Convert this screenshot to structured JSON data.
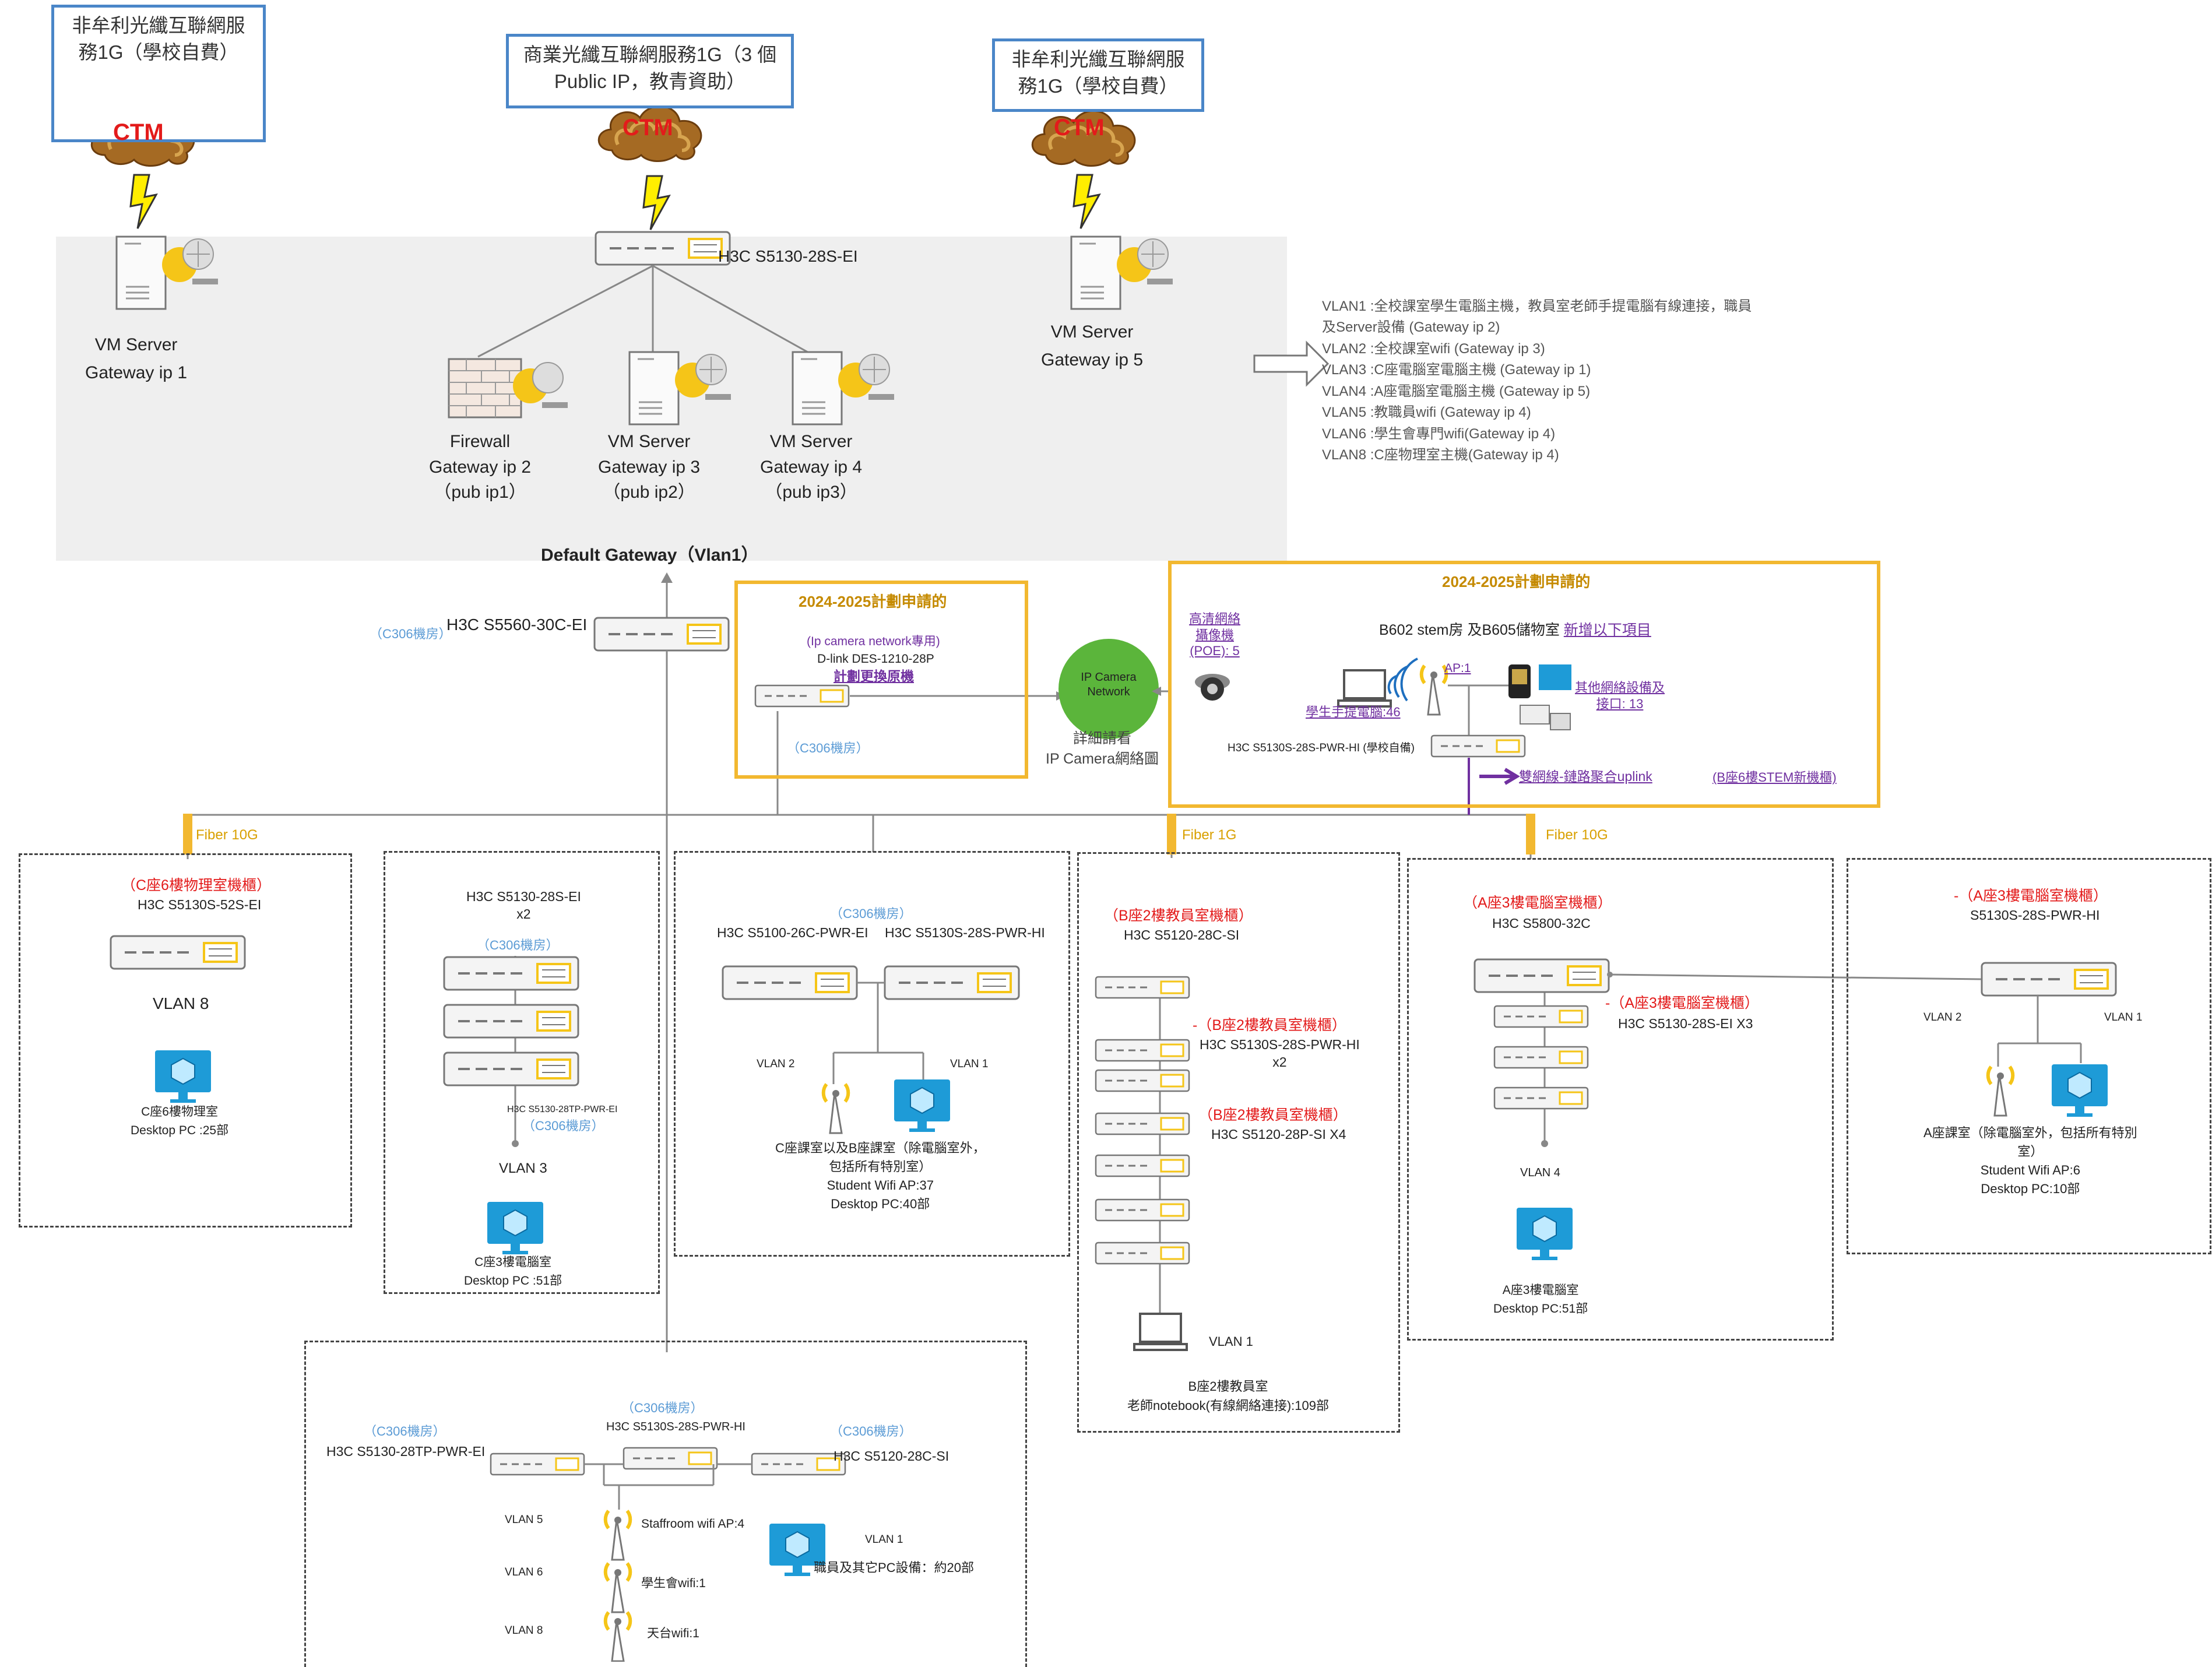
{
  "colors": {
    "isp_border": "#4a86c8",
    "server_zone": "#efefef",
    "plan_border": "#f2b830",
    "device_yellow": "#f5c518",
    "vlan_text": "#5b9bd5",
    "red_label": "#e31b1b",
    "purple_link": "#7030a0",
    "ip_camera_circle": "#5bb53b",
    "pc_blue": "#1e9bd7"
  },
  "isp": [
    {
      "label": "非牟利光纖互聯網服務1G（學校自費）",
      "cloud": "CTM"
    },
    {
      "label": "商業光纖互聯網服務1G（3 個 Public IP，教青資助）",
      "cloud": "CTM"
    },
    {
      "label": "非牟利光纖互聯網服務1G（學校自費）",
      "cloud": "CTM"
    }
  ],
  "core": {
    "switch": "H3C S5130-28S-EI"
  },
  "servers": [
    {
      "line1": "VM Server",
      "line2": "Gateway ip 1"
    },
    {
      "line1": "VM Server",
      "line2": "Gateway ip 5"
    }
  ],
  "dmz": [
    {
      "line1": "Firewall",
      "line2": "Gateway ip 2",
      "line3": "（pub ip1）",
      "icon": "firewall"
    },
    {
      "line1": "VM Server",
      "line2": "Gateway ip 3",
      "line3": "（pub ip2）",
      "icon": "server"
    },
    {
      "line1": "VM Server",
      "line2": "Gateway ip 4",
      "line3": "（pub ip3）",
      "icon": "server"
    }
  ],
  "vlan_legend": [
    "VLAN1 :全校課室學生電腦主機，教員室老師手提電腦有線連接，職員",
    "及Server設備 (Gateway ip 2)",
    "VLAN2 :全校課室wifi (Gateway ip 3)",
    "VLAN3 :C座電腦室電腦主機  (Gateway ip 1)",
    "VLAN4 :A座電腦室電腦主機  (Gateway ip 5)",
    "VLAN5 :教職員wifi (Gateway ip 4)",
    "VLAN6 :學生會專門wifi(Gateway ip 4)",
    "VLAN8 :C座物理室主機(Gateway ip 4)"
  ],
  "default_gateway": "Default Gateway（Vlan1）",
  "main_switch": {
    "room": "（C306機房）",
    "model": "H3C S5560-30C-EI"
  },
  "plan1": {
    "title": "2024-2025計劃申請的",
    "sub": "(Ip camera network專用)",
    "model": "D-link DES-1210-28P",
    "action": "計劃更換原機",
    "room": "（C306機房）"
  },
  "ip_camera": {
    "circle": "IP Camera Network",
    "caption1": "詳細請看",
    "caption2": "IP Camera網絡圖"
  },
  "plan2": {
    "title": "2024-2025計劃申請的",
    "subtitle_a": "B602 stem房 及B605儲物室 ",
    "subtitle_b": "新增以下項目",
    "camera": "高清網絡攝像機(POE): 5",
    "ap": "AP:1",
    "laptop": "學生手提電腦:46",
    "other": "其他網絡設備及接口: 13",
    "switch": "H3C S5130S-28S-PWR-HI (學校自備)",
    "uplink": "雙網線-鏈路聚合uplink",
    "location": "(B座6樓STEM新機櫃)"
  },
  "fiber": {
    "left": "Fiber 10G",
    "mid": "Fiber 1G",
    "right": "Fiber 10G"
  },
  "box1": {
    "title": "（C座6樓物理室機櫃）",
    "model": "H3C S5130S-52S-EI",
    "vlan": "VLAN 8",
    "room": "C座6樓物理室",
    "pcs": "Desktop PC :25部"
  },
  "box2": {
    "model": "H3C S5130-28S-EI",
    "qty": "x2",
    "room1": "（C306機房）",
    "sub_model": "H3C S5130-28TP-PWR-EI",
    "room2": "（C306機房）",
    "vlan": "VLAN 3",
    "room": "C座3樓電腦室",
    "pcs": "Desktop PC :51部"
  },
  "box3": {
    "room": "（C306機房）",
    "model_a": "H3C S5100-26C-PWR-EI",
    "model_b": "H3C S5130S-28S-PWR-HI",
    "vlan_a": "VLAN 2",
    "vlan_b": "VLAN 1",
    "desc1": "C座課室以及B座課室（除電腦室外，",
    "desc2": "包括所有特別室）",
    "wifi": "Student Wifi AP:37",
    "pcs": "Desktop PC:40部"
  },
  "box4": {
    "title": "（B座2樓教員室機櫃）",
    "model": "H3C S5120-28C-SI",
    "title2": "-（B座2樓教員室機櫃）",
    "model2": "H3C S5130S-28S-PWR-HI",
    "qty2": "x2",
    "title3": "（B座2樓教員室機櫃）",
    "model3": "H3C S5120-28P-SI  X4",
    "vlan": "VLAN 1",
    "room": "B座2樓教員室",
    "pcs": "老師notebook(有線網絡連接):109部"
  },
  "box5": {
    "title": "（A座3樓電腦室機櫃）",
    "model": "H3C S5800-32C",
    "title2": "-（A座3樓電腦室機櫃）",
    "model2": "H3C S5130-28S-EI  X3",
    "vlan": "VLAN 4",
    "room": "A座3樓電腦室",
    "pcs": "Desktop PC:51部"
  },
  "box6": {
    "title": "-（A座3樓電腦室機櫃）",
    "model": "S5130S-28S-PWR-HI",
    "vlan_a": "VLAN 2",
    "vlan_b": "VLAN 1",
    "desc1": "A座課室（除電腦室外，包括所有特別",
    "desc2": "室）",
    "wifi": "Student Wifi AP:6",
    "pcs": "Desktop PC:10部"
  },
  "box7": {
    "room_a": "（C306機房）",
    "model_a": "H3C S5130-28TP-PWR-EI",
    "room_b": "（C306機房）",
    "model_b": "H3C S5130S-28S-PWR-HI",
    "room_c": "（C306機房）",
    "model_c": "H3C S5120-28C-SI",
    "vlan5": "VLAN 5",
    "ap5": "Staffroom wifi AP:4",
    "vlan6": "VLAN 6",
    "ap6": "學生會wifi:1",
    "vlan8": "VLAN 8",
    "ap8": "天台wifi:1",
    "vlan1": "VLAN 1",
    "pcs": "職員及其它PC設備：約20部"
  }
}
